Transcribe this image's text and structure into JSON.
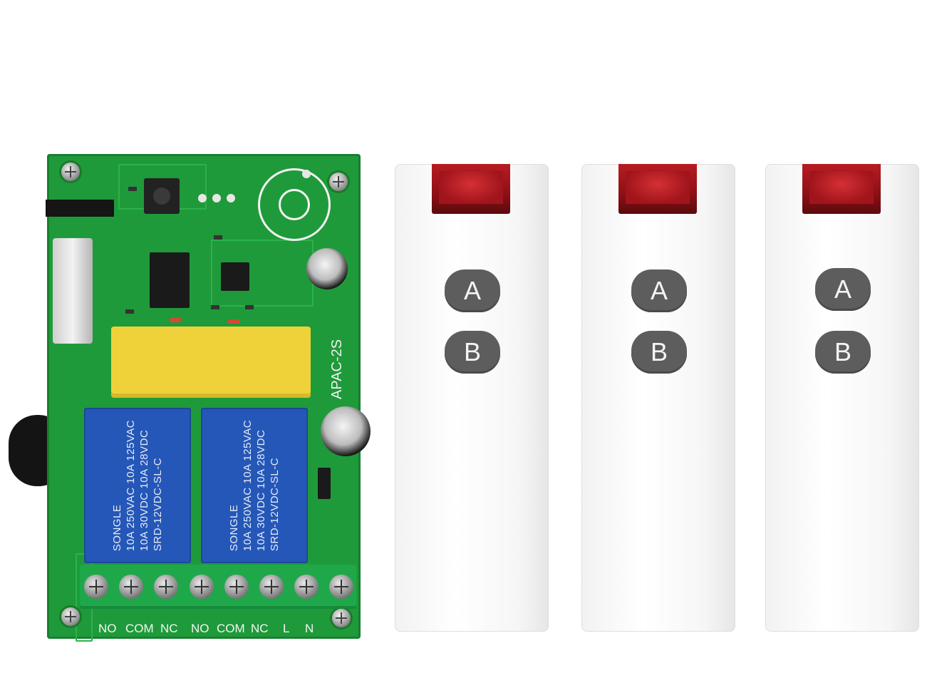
{
  "receiver": {
    "model": "APAC-2S",
    "relay_1": {
      "brand": "SONGLE",
      "lines": [
        "SRD-12VDC-SL-C",
        "10A 30VDC  10A 28VDC",
        "10A 250VAC  10A 125VAC"
      ]
    },
    "relay_2": {
      "brand": "SONGLE",
      "lines": [
        "SRD-12VDC-SL-C",
        "10A 30VDC  10A 28VDC",
        "10A 250VAC  10A 125VAC"
      ]
    },
    "terminals": [
      "NO",
      "COM",
      "NC",
      "NO",
      "COM",
      "NC",
      "L",
      "N"
    ]
  },
  "remotes": [
    {
      "buttons": [
        "A",
        "B"
      ]
    },
    {
      "buttons": [
        "A",
        "B"
      ]
    },
    {
      "buttons": [
        "A",
        "B"
      ]
    }
  ],
  "colors": {
    "pcb": "#1f9a3a",
    "relay": "#2457b8",
    "capacitor": "#efd23a",
    "remote_body": "#ffffff",
    "remote_button": "#5d5d5d",
    "led": "#b81c22"
  }
}
